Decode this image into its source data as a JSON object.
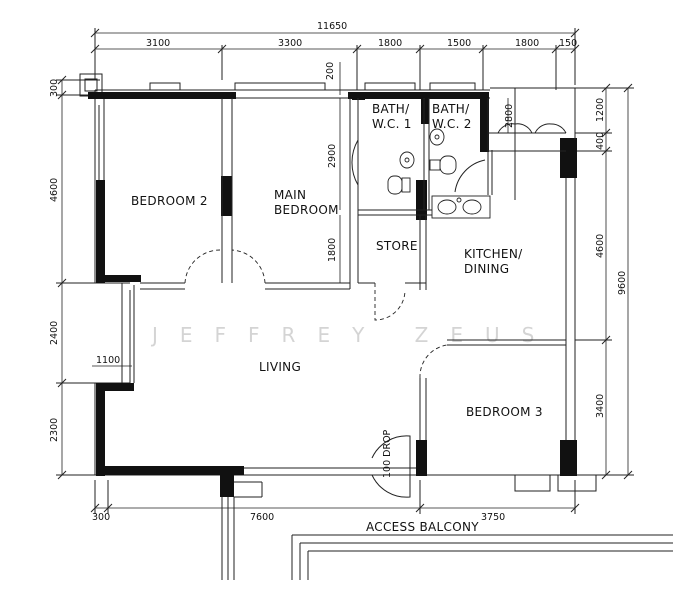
{
  "dimensions": {
    "total_width": "11650",
    "top_segments": [
      "3100",
      "3300",
      "1800",
      "1500",
      "1800",
      "150"
    ],
    "top_small": "200",
    "left_segments": [
      "300",
      "4600",
      "2400",
      "2300"
    ],
    "left_bottom": "300",
    "right_segments": [
      "1200",
      "400",
      "4600",
      "3400"
    ],
    "right_total": "9600",
    "inner_2900": "2900",
    "inner_1800": "1800",
    "inner_2800": "2800",
    "inner_1100": "1100",
    "bottom_left": "7600",
    "bottom_right": "3750",
    "drop": "100 DROP"
  },
  "rooms": {
    "bedroom2": "BEDROOM 2",
    "main_bedroom_line1": "MAIN",
    "main_bedroom_line2": "BEDROOM",
    "bath1_line1": "BATH/",
    "bath1_line2": "W.C. 1",
    "bath2_line1": "BATH/",
    "bath2_line2": "W.C. 2",
    "store": "STORE",
    "kitchen_line1": "KITCHEN/",
    "kitchen_line2": "DINING",
    "living": "LIVING",
    "bedroom3": "BEDROOM 3",
    "access_balcony": "ACCESS BALCONY"
  },
  "watermark": "JEFFREY ZEUS"
}
